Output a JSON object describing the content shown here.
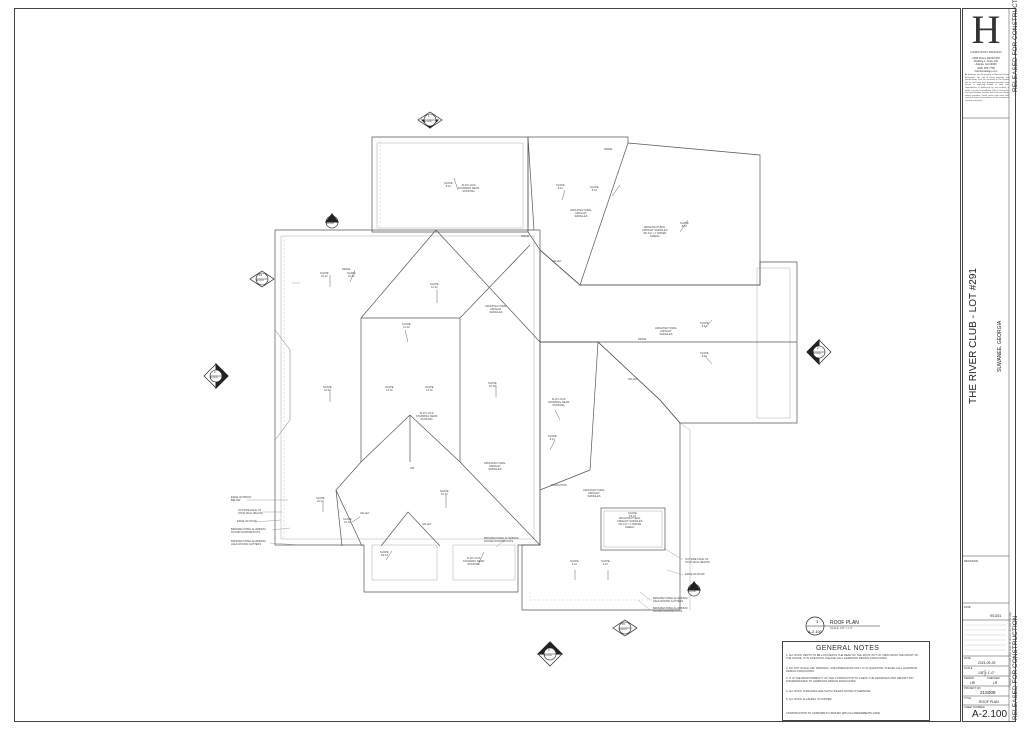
{
  "titleblock": {
    "logo": "H",
    "firm": "HARRISON DESIGN",
    "address_lines": [
      "3198 Paces Mill Rd NW",
      "Building 1, Suite 100",
      "Atlanta, GA 30339",
      "(404) 365-7760",
      "harrisondesign.com"
    ],
    "copyright": "All drawings are the property of Harrison Design Associates. The use of these drawings and specifications shall be restricted to the original site for which they were prepared and publication thereof is expressly limited to such use. Reproduction or publication by any method, in whole or in part, is prohibited. Title to these plans and specifications remains with Harrison Design without prejudice. Visual contact with them shall constitute prima facie evidence of the acceptance of these restrictions.",
    "project": "THE RIVER CLUB - LOT #291",
    "city": "SUWANEE, GEORGIA",
    "released": "RELEASED FOR CONSTRUCTION",
    "filepath": "C:\\Harrison\\Projects\\21\\21008 River Club Lot 291\\A-2.100 Roof Plan.dwg",
    "fields": {
      "revision_label": "REVISIONS",
      "date_label": "DATE",
      "date": "2021-09-29",
      "scale_label": "SCALE",
      "scale": "1/8\" = 1'-0\"",
      "drawn_label": "DRAWN",
      "drawn": "LRI",
      "checked_label": "CHECKED",
      "checked": "LR",
      "project_no_label": "PROJECT NO.",
      "project_no": "21S008",
      "title_label": "TITLE",
      "title": "ROOF PLAN",
      "sheet_label": "SHEET NUMBER",
      "sheet": "A-2.100",
      "issue_date": "9/10/21"
    }
  },
  "view": {
    "num": "1",
    "sheet": "A-2.100",
    "title": "ROOF PLAN",
    "scale": "SCALE: 1/8\" = 1'-0\""
  },
  "markers": [
    {
      "num": "1",
      "sheet": "A-3.100"
    },
    {
      "num": "13",
      "sheet": "A-4.100"
    },
    {
      "num": "16",
      "sheet": "A-4.101"
    },
    {
      "num": "2",
      "sheet": "A-3.100"
    },
    {
      "num": "2",
      "sheet": "A-3.100"
    },
    {
      "num": "4",
      "sheet": "A-4.100"
    },
    {
      "num": "15",
      "sheet": "A-4.101"
    },
    {
      "num": "3",
      "sheet": "A-3.100"
    }
  ],
  "labels": {
    "flat_lock_1": "FLAT LOCK\nSTANDING SEAM\nROOFING",
    "arch_shingles_1": "ARCHITECTURAL\nASPHALT\nSHINGLES",
    "arch_shingles_2": "ARCHITECTURAL\nASPHALT SHINGLES\nON 1/4\" / 1' WATER\nSHIELD",
    "arch_shingles_3": "ARCHITECTURAL\nASPHALT\nSHINGLES",
    "arch_shingles_4": "ARCHITECTURAL\nASPHALT\nSHINGLES",
    "arch_shingles_5": "ARCHITECTURAL\nASPHALT\nSHINGLES",
    "arch_shingles_6": "ARCHITECTURAL\nASPHALT\nSHINGLES",
    "arch_shingles_box": "ARCHITECTURAL\nASPHALT SHINGLES\nON 1/4\" / 1' WATER\nSHIELD",
    "flat_lock_2": "FLAT LOCK\nSTANDING SEAM\nROOFING",
    "flat_lock_3": "FLAT LOCK\nSTANDING SEAM\nROOFING",
    "flat_lock_4": "FLAT LOCK\nSTANDING SEAM\nROOFING",
    "ridge": "RIDGE",
    "valley": "VALLEY",
    "hip": "HIP",
    "transition": "TRANSITION",
    "edge_of_brick": "EDGE OF BRICK\nBELOW",
    "outside_face": "OUTSIDE FACE OF\nSTUD WALL BELOW",
    "edge_of_roof": "EDGE OF ROOF",
    "gutter_down": "BRONZE FINISH ALUMINUM\nROUND DOWNSPOUTS",
    "gutter_half": "BRONZE FINISH ALUMINUM\nHALF-ROUND GUTTERS",
    "outside_face_r": "OUTSIDE FACE OF\nSTUD WALL BELOW",
    "edge_of_roof_r": "EDGE OF ROOF",
    "gutter_half_r": "BRONZE FINISH ALUMINUM\nHALF-ROUND GUTTERS",
    "gutter_down_r": "BRONZE FINISH ALUMINUM\nROUND DOWNSPOUTS",
    "gutter_down_mid": "BRONZE FINISH ALUMINUM\nROUND DOWNSPOUTS",
    "slope_8": "SLOPE\n8:12",
    "slope_10": "SLOPE\n10:12",
    "slope_12": "SLOPE\n12:12",
    "slope_3": "SLOPE\n3:12",
    "slope_1": "SLOPE\n1/4:12"
  },
  "notes": {
    "title": "GENERAL NOTES",
    "items": [
      "1. ALL ROOF VENTS TO BE LOCATED IN THE REAR OF THE ROOF OUT OF VIEW FROM THE FRONT OF THE HOUSE. IF IN QUESTION, PLEASE CALL HARRISON DESIGN ASSOCIATES.",
      "2. DO NOT SCALE OFF DRAWING. USE DIMENSIONS ONLY. IF IN QUESTION, PLEASE CALL HARRISON DESIGN ASSOCIATES.",
      "3. IT IS THE RESPONSIBILITY OF THE CONTRACTOR TO CHECK THE DRAWINGS AND REPORT ANY DISCREPANCIES TO HARRISON DESIGN ASSOCIATES.",
      "4. ALL ROOF SURFACES ARE SLIPS UNLESS NOTED OTHERWISE.",
      "5. ALL ROOF FLASHING IS COPPER."
    ],
    "footer": "CONSTRUCTION TO CONFORM TO 2018 IRC WITH GA AMENDMENTS (2020)."
  }
}
